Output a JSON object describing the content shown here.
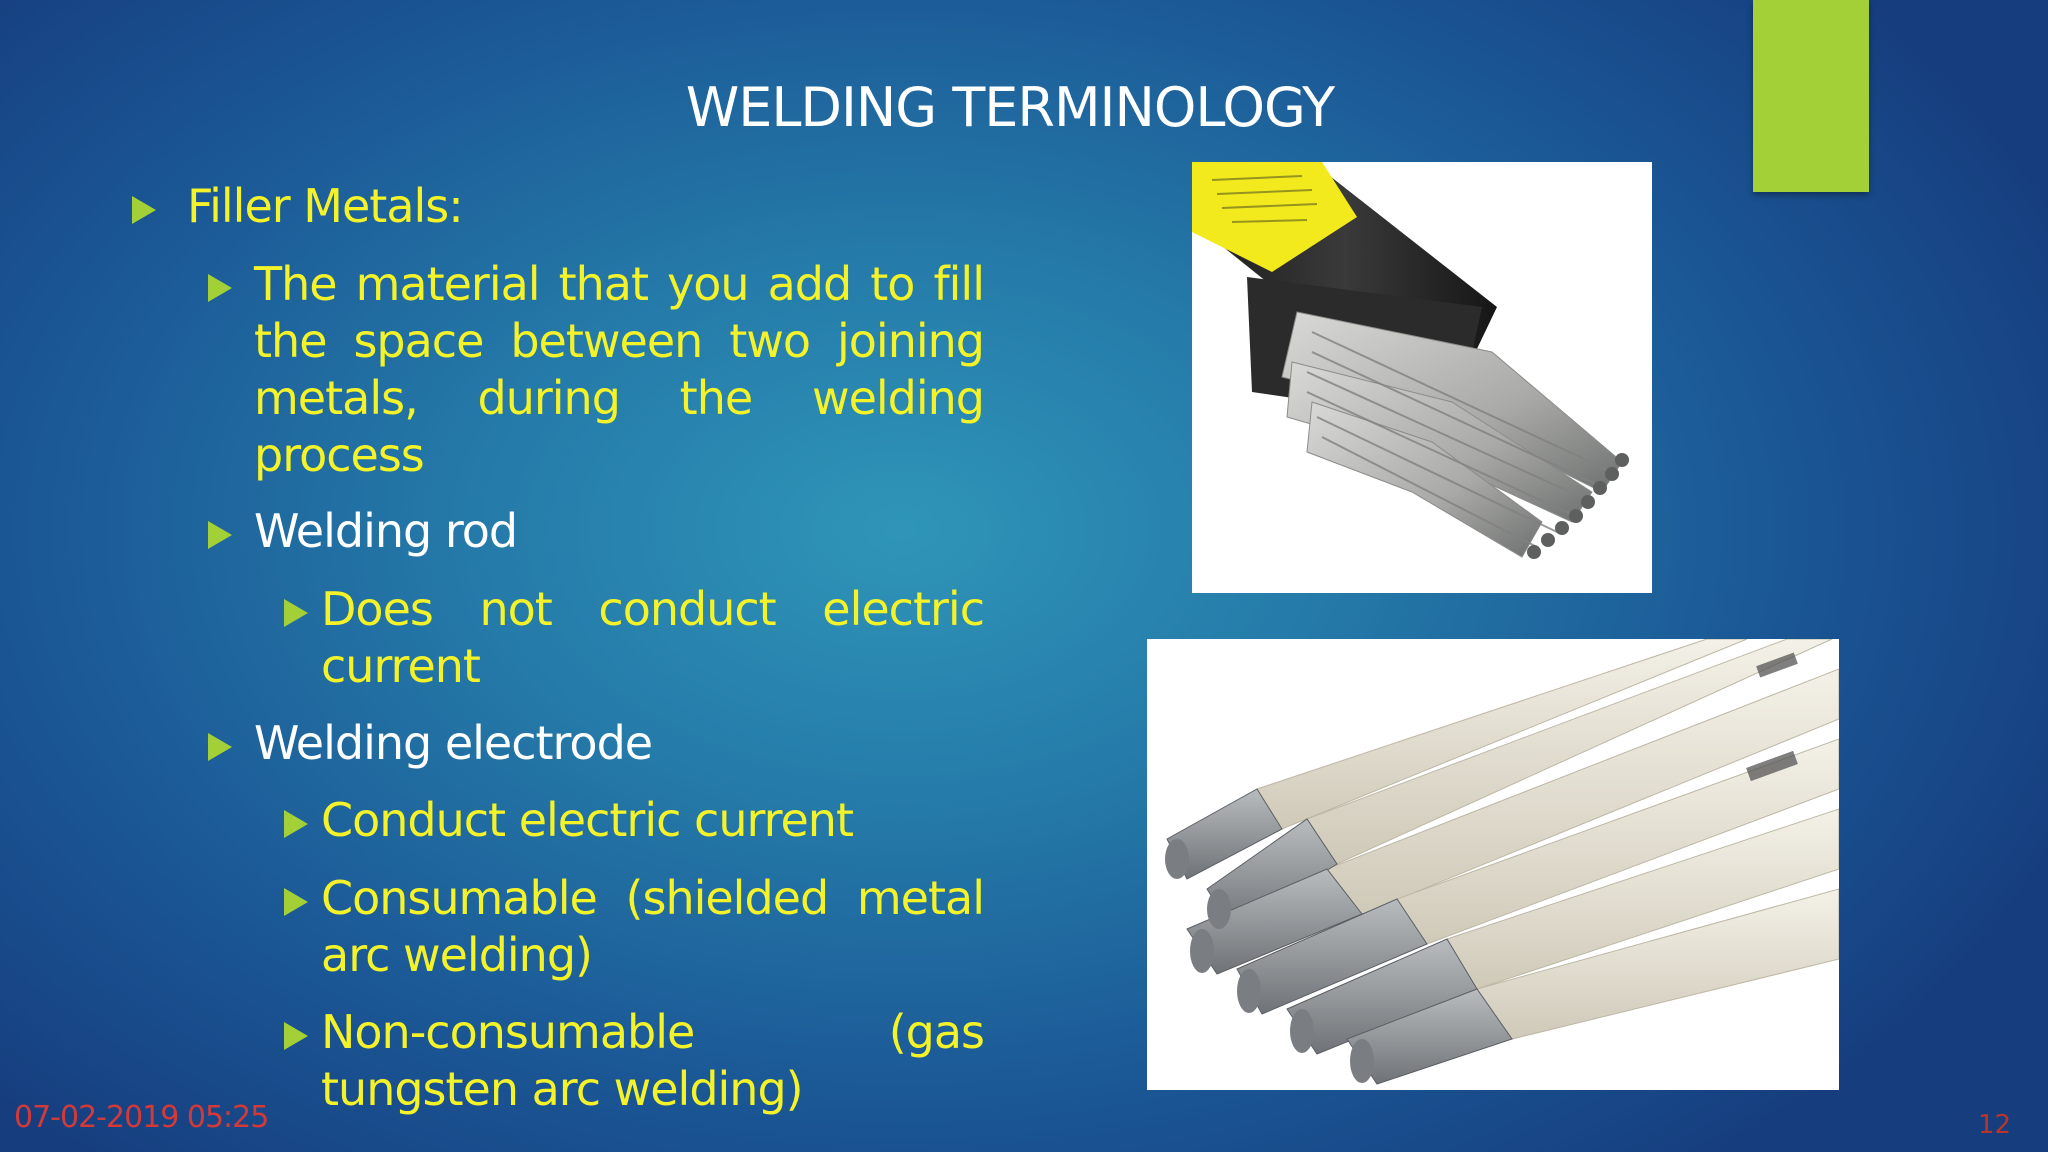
{
  "slide": {
    "title": "WELDING TERMINOLOGY",
    "bullets": {
      "filler_metals": "Filler Metals:",
      "filler_definition": "The material that you add to fill the space between two joining metals, during the welding process",
      "welding_rod": "Welding rod",
      "rod_property": "Does not conduct electric current",
      "welding_electrode": "Welding electrode",
      "electrode_conduct": "Conduct electric current",
      "electrode_consumable": "Consumable (shielded metal arc welding)",
      "electrode_nonconsumable": "Non-consumable (gas tungsten arc welding)"
    },
    "images": {
      "top": "welding-rod-box-photo",
      "bottom": "welding-electrodes-closeup-photo"
    }
  },
  "footer": {
    "date": "07-02-2019 05:25",
    "page_number": "12"
  },
  "colors": {
    "background_center": "#2f95b8",
    "background_edge": "#163d7e",
    "accent_green": "#a3d037",
    "bullet_text_yellow": "#f4f229",
    "footer_red": "#d23a3a"
  }
}
